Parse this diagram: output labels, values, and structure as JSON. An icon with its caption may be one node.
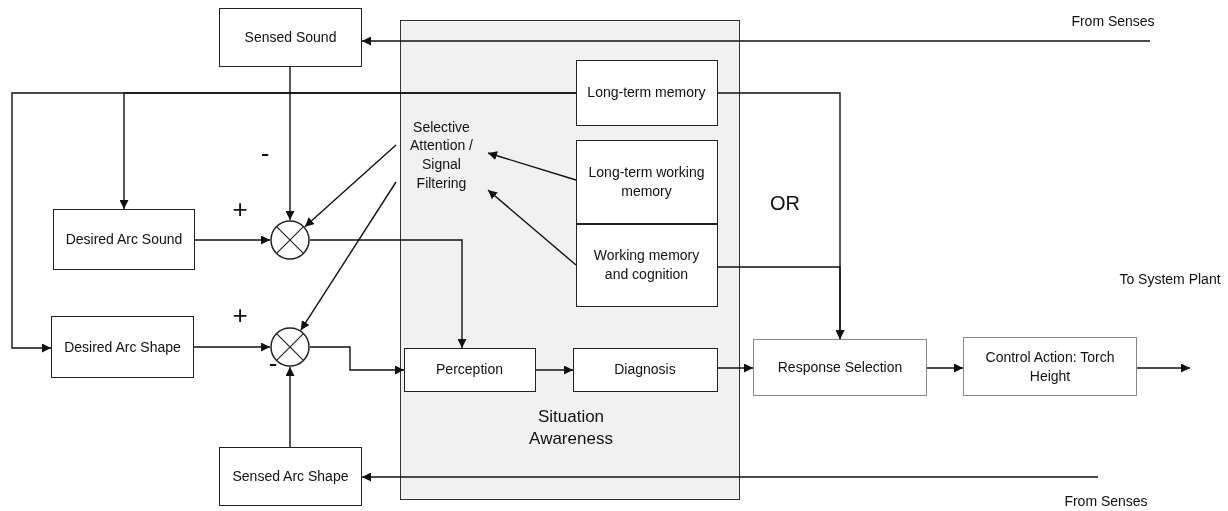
{
  "diagram": {
    "nodes": [
      {
        "text": [
          "Sensed Sound"
        ]
      },
      {
        "text": [
          "Desired Arc Sound"
        ]
      },
      {
        "text": [
          "Desired Arc Shape"
        ]
      },
      {
        "text": [
          "Sensed Arc Shape"
        ]
      },
      {
        "text": [],
        "shape": "circle"
      },
      {
        "text": [],
        "shape": "circle"
      },
      {
        "text": [
          "Situation Awareness"
        ]
      },
      {
        "text": [
          "Long-term memory"
        ],
        "in": 6
      },
      {
        "text": [
          "Long-term working memory"
        ],
        "in": 6
      },
      {
        "text": [
          "Working memory and cognition"
        ],
        "in": 6
      },
      {
        "text": [
          "Perception"
        ],
        "in": 6
      },
      {
        "text": [
          "Diagnosis"
        ],
        "in": 6
      },
      {
        "text": [
          "Response Selection"
        ]
      },
      {
        "text": [
          "Control Action: Torch Height"
        ]
      },
      {
        "text": [
          "Selective Attention / Signal Filtering"
        ],
        "in": 6
      }
    ],
    "edges": [
      {
        "from": null,
        "to": 0,
        "arrow": "to"
      },
      {
        "from": 0,
        "to": 4,
        "arrow": "to"
      },
      {
        "from": 1,
        "to": 4,
        "arrow": "to"
      },
      {
        "from": 7,
        "to": 1,
        "arrow": "to"
      },
      {
        "from": 7,
        "to": 2,
        "arrow": "to"
      },
      {
        "from": 7,
        "to": 12,
        "arrow": "to"
      },
      {
        "from": 14,
        "to": 4,
        "arrow": "to"
      },
      {
        "from": 8,
        "to": 14,
        "arrow": "to"
      },
      {
        "from": 9,
        "to": 14,
        "arrow": "to"
      },
      {
        "from": 14,
        "to": 5,
        "arrow": "to"
      },
      {
        "from": 4,
        "to": 10,
        "arrow": "to"
      },
      {
        "from": 9,
        "to": 12,
        "arrow": "to"
      },
      {
        "from": 2,
        "to": 5,
        "arrow": "to"
      },
      {
        "from": 5,
        "to": 10,
        "arrow": "to"
      },
      {
        "from": 3,
        "to": 5,
        "arrow": "to"
      },
      {
        "from": 10,
        "to": 11,
        "arrow": "to"
      },
      {
        "from": 11,
        "to": 12,
        "arrow": "to"
      },
      {
        "from": 12,
        "to": 13,
        "arrow": "to"
      },
      {
        "from": 13,
        "to": null,
        "arrow": "to"
      },
      {
        "from": null,
        "to": 3,
        "arrow": "to"
      }
    ],
    "labels": [
      "From Senses",
      "-",
      "+",
      "OR",
      "To System Plant",
      "+",
      "-",
      "From Senses"
    ]
  }
}
